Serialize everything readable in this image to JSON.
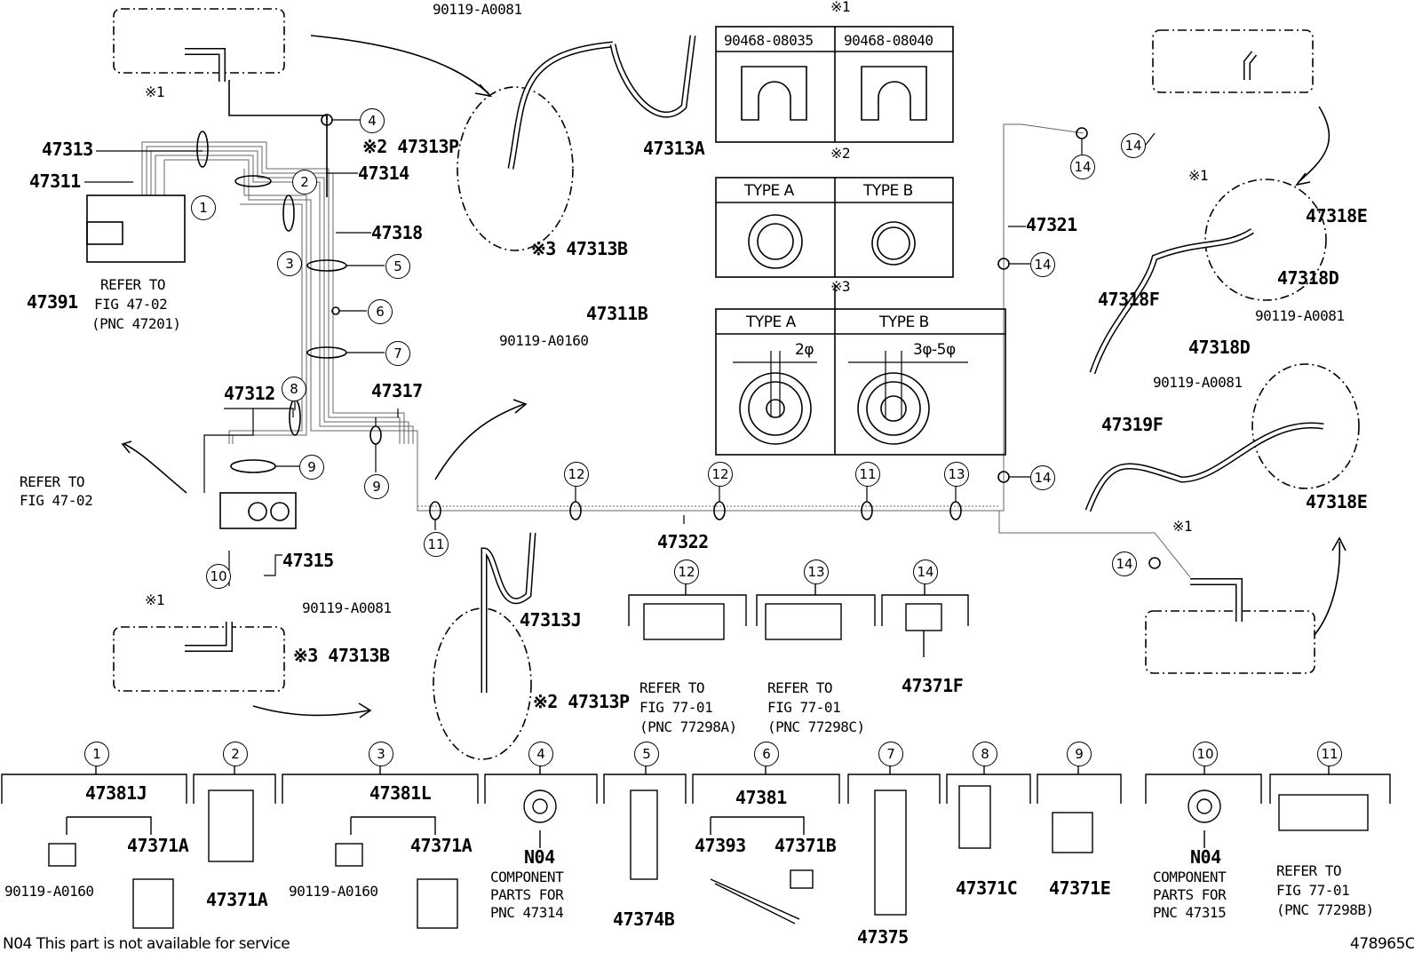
{
  "diagram": {
    "footer_note": "N04 This part is not available for service",
    "figure_code": "478965C",
    "labels": [
      "※1",
      "47313",
      "47311",
      "47314",
      "47318",
      "47391",
      "REFER TO",
      "FIG 47-02",
      "(PNC 47201)",
      "47312",
      "47317",
      "REFER TO",
      "FIG 47-02",
      "47315",
      "※1",
      "90119-A0081",
      "※2 47313P",
      "47313A",
      "※3 47313B",
      "47311B",
      "90119-A0160",
      "47322",
      "90119-A0081",
      "47313J",
      "※3 47313B",
      "※2 47313P",
      "47321",
      "※1",
      "47318E",
      "47318D",
      "47318F",
      "90119-A0081",
      "47318D",
      "90119-A0081",
      "47319F",
      "47318E",
      "※1",
      "REFER TO",
      "FIG 77-01",
      "(PNC 77298A)",
      "REFER TO",
      "FIG 77-01",
      "(PNC 77298C)",
      "47371F",
      "47381J",
      "47371A",
      "90119-A0160",
      "47371A",
      "47381L",
      "47371A",
      "90119-A0160",
      "N04",
      "COMPONENT",
      "PARTS FOR",
      "PNC 47314",
      "47374B",
      "47381",
      "47393",
      "47371B",
      "47375",
      "47371C",
      "47371E",
      "N04",
      "COMPONENT",
      "PARTS FOR",
      "PNC 47315",
      "REFER TO",
      "FIG 77-01",
      "(PNC 77298B)"
    ],
    "callouts": [
      "4",
      "2",
      "1",
      "3",
      "5",
      "6",
      "7",
      "8",
      "9",
      "9",
      "10",
      "11",
      "12",
      "12",
      "11",
      "13",
      "14",
      "14",
      "14",
      "14",
      "14",
      "12",
      "13",
      "14",
      "1",
      "2",
      "3",
      "4",
      "5",
      "6",
      "7",
      "8",
      "9",
      "10",
      "11"
    ],
    "tables": {
      "t1": {
        "mark": "※1",
        "cols": [
          "90468-08035",
          "90468-08040"
        ]
      },
      "t2": {
        "mark": "※2",
        "cols": [
          "TYPE A",
          "TYPE B"
        ]
      },
      "t3": {
        "mark": "※3",
        "cols": [
          "TYPE A",
          "TYPE B"
        ],
        "dims": [
          "2φ",
          "3φ-5φ"
        ]
      }
    }
  }
}
